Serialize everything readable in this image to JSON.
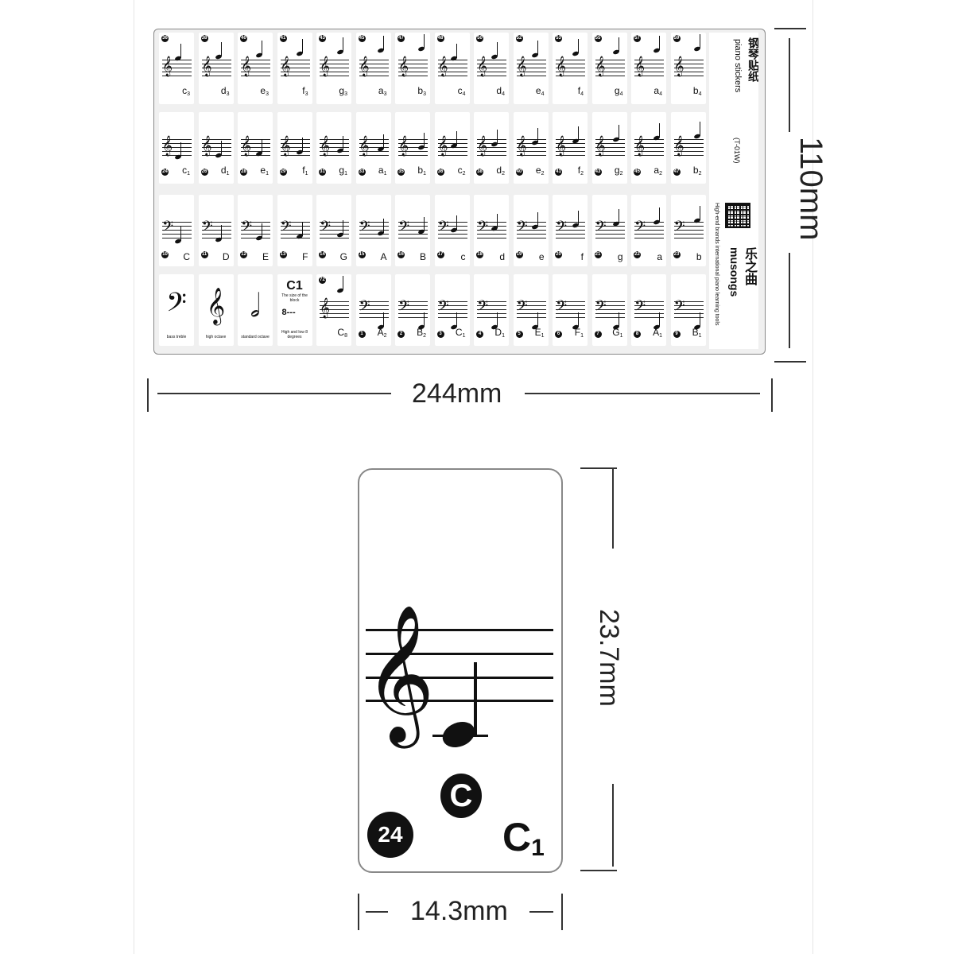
{
  "sheet": {
    "row1": [
      {
        "num": "36",
        "label": "c",
        "sub": "3"
      },
      {
        "num": "38",
        "label": "d",
        "sub": "3"
      },
      {
        "num": "40",
        "label": "e",
        "sub": "3"
      },
      {
        "num": "41",
        "label": "f",
        "sub": "3"
      },
      {
        "num": "43",
        "label": "g",
        "sub": "3"
      },
      {
        "num": "45",
        "label": "a",
        "sub": "3"
      },
      {
        "num": "47",
        "label": "b",
        "sub": "3"
      },
      {
        "num": "48",
        "label": "c",
        "sub": "4"
      },
      {
        "num": "50",
        "label": "d",
        "sub": "4"
      },
      {
        "num": "52",
        "label": "e",
        "sub": "4"
      },
      {
        "num": "53",
        "label": "f",
        "sub": "4"
      },
      {
        "num": "55",
        "label": "g",
        "sub": "4"
      },
      {
        "num": "57",
        "label": "a",
        "sub": "4"
      },
      {
        "num": "59",
        "label": "b",
        "sub": "4"
      }
    ],
    "row2": [
      {
        "num": "24",
        "label": "c",
        "sub": "1"
      },
      {
        "num": "26",
        "label": "d",
        "sub": "1"
      },
      {
        "num": "28",
        "label": "e",
        "sub": "1"
      },
      {
        "num": "29",
        "label": "f",
        "sub": "1"
      },
      {
        "num": "31",
        "label": "g",
        "sub": "1"
      },
      {
        "num": "33",
        "label": "a",
        "sub": "1"
      },
      {
        "num": "35",
        "label": "b",
        "sub": "1"
      },
      {
        "num": "36",
        "label": "c",
        "sub": "2"
      },
      {
        "num": "38",
        "label": "d",
        "sub": "2"
      },
      {
        "num": "40",
        "label": "e",
        "sub": "2"
      },
      {
        "num": "41",
        "label": "f",
        "sub": "2"
      },
      {
        "num": "43",
        "label": "g",
        "sub": "2"
      },
      {
        "num": "45",
        "label": "a",
        "sub": "2"
      },
      {
        "num": "47",
        "label": "b",
        "sub": "2"
      }
    ],
    "row3": [
      {
        "num": "10",
        "label": "C",
        "sub": ""
      },
      {
        "num": "11",
        "label": "D",
        "sub": ""
      },
      {
        "num": "12",
        "label": "E",
        "sub": ""
      },
      {
        "num": "13",
        "label": "F",
        "sub": ""
      },
      {
        "num": "14",
        "label": "G",
        "sub": ""
      },
      {
        "num": "15",
        "label": "A",
        "sub": ""
      },
      {
        "num": "16",
        "label": "B",
        "sub": ""
      },
      {
        "num": "17",
        "label": "c",
        "sub": ""
      },
      {
        "num": "18",
        "label": "d",
        "sub": ""
      },
      {
        "num": "19",
        "label": "e",
        "sub": ""
      },
      {
        "num": "20",
        "label": "f",
        "sub": ""
      },
      {
        "num": "21",
        "label": "g",
        "sub": ""
      },
      {
        "num": "22",
        "label": "a",
        "sub": ""
      },
      {
        "num": "23",
        "label": "b",
        "sub": ""
      }
    ],
    "row4_symbols": [
      {
        "glyph": "𝄢",
        "caption": "bass treble"
      },
      {
        "glyph": "𝄞",
        "caption": "high octave"
      },
      {
        "glyph": "𝅗𝅥",
        "caption": "standard octave"
      }
    ],
    "row4_c1": {
      "title": "C1",
      "line1": "The size of the block",
      "oct": "8---",
      "line2": "High and low 8 degrees"
    },
    "row4_notes": [
      {
        "num": "72",
        "label": "C",
        "sub": "8"
      },
      {
        "num": "1",
        "label": "A",
        "sub": "2"
      },
      {
        "num": "2",
        "label": "B",
        "sub": "2"
      },
      {
        "num": "3",
        "label": "C",
        "sub": "1"
      },
      {
        "num": "4",
        "label": "D",
        "sub": "1"
      },
      {
        "num": "5",
        "label": "E",
        "sub": "1"
      },
      {
        "num": "6",
        "label": "F",
        "sub": "1"
      },
      {
        "num": "7",
        "label": "G",
        "sub": "1"
      },
      {
        "num": "8",
        "label": "A",
        "sub": "1"
      },
      {
        "num": "9",
        "label": "B",
        "sub": "1"
      }
    ],
    "side": {
      "title_cn": "钢琴贴纸",
      "title_en": "piano stickers",
      "brand_cn": "乐之曲",
      "brand_en": "musongs",
      "model": "(T-01W)",
      "tagline": "High-end brands international piano learning tools"
    }
  },
  "dimensions": {
    "width": "244mm",
    "height": "110mm",
    "key_width": "14.3mm",
    "key_height": "23.7mm"
  },
  "enlarged": {
    "clef": "𝄞",
    "circle_letter": "C",
    "number": "24",
    "label": "C",
    "label_sub": "1"
  }
}
